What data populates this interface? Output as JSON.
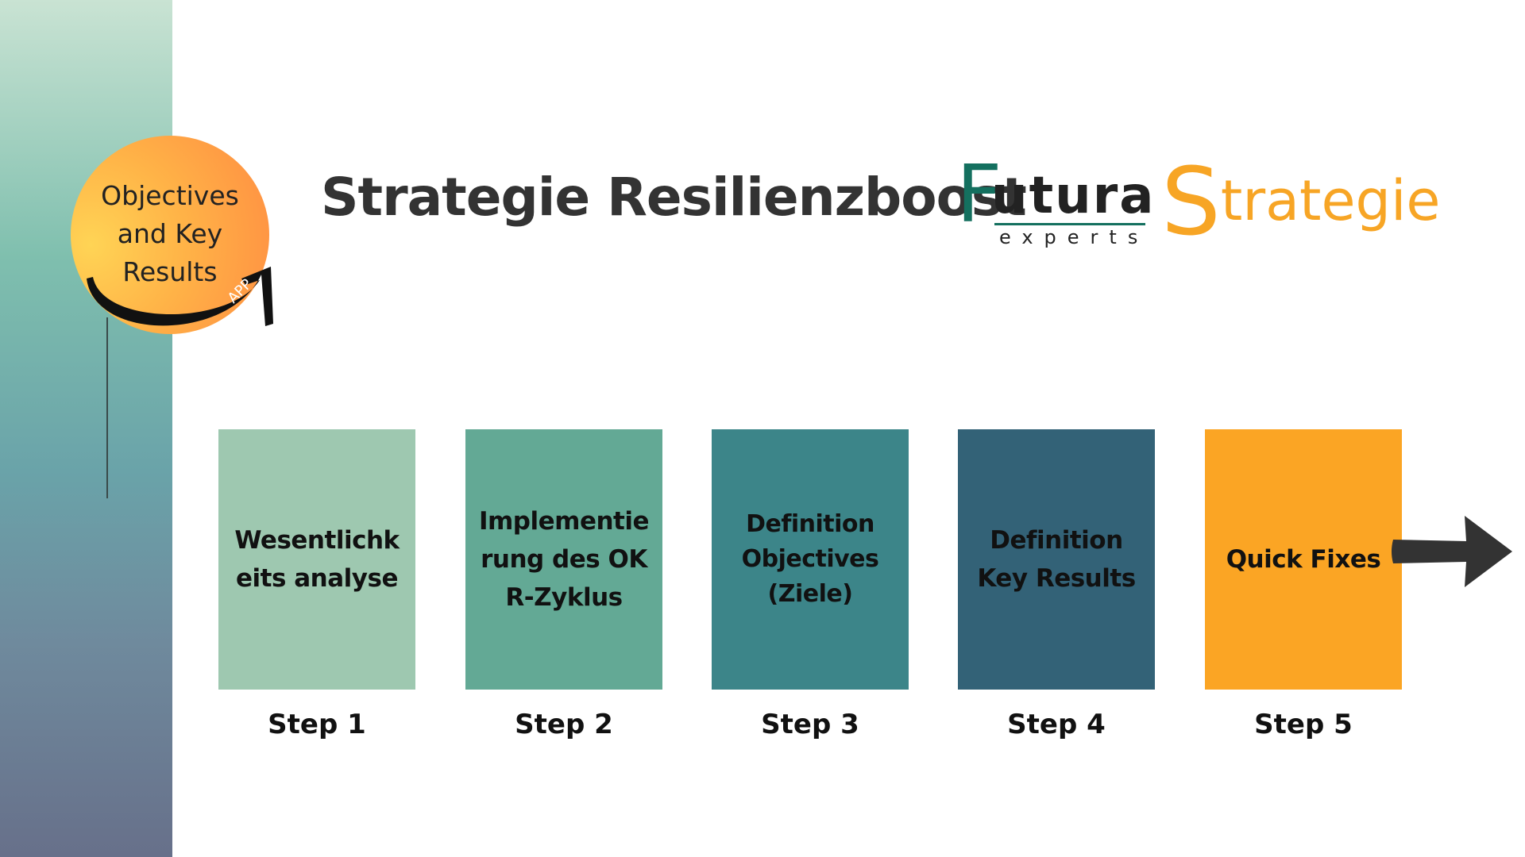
{
  "badge": {
    "lines": [
      "Objectives",
      "and Key",
      "Results"
    ],
    "tag": "APP"
  },
  "title": "Strategie Resilienzboost",
  "logo": {
    "f": "F",
    "utura": "utura",
    "experts": "experts",
    "strategie_initial": "S",
    "strategie_rest": "trategie"
  },
  "colors": {
    "step1": "#9ec8b0",
    "step2": "#63a995",
    "step3": "#3c8589",
    "step4": "#336277",
    "step5": "#fba524",
    "logo_green": "#14705f",
    "logo_orange": "#f7a525"
  },
  "steps": [
    {
      "text": "Wesentlichkeits analyse",
      "label": "Step 1"
    },
    {
      "text": "Implementierung des OKR-Zyklus",
      "label": "Step 2"
    },
    {
      "text": "Definition Objectives (Ziele)",
      "label": "Step 3"
    },
    {
      "text": "Definition Key Results",
      "label": "Step 4"
    },
    {
      "text": "Quick Fixes",
      "label": "Step 5"
    }
  ],
  "icons": {
    "next": "arrow-right-icon"
  }
}
